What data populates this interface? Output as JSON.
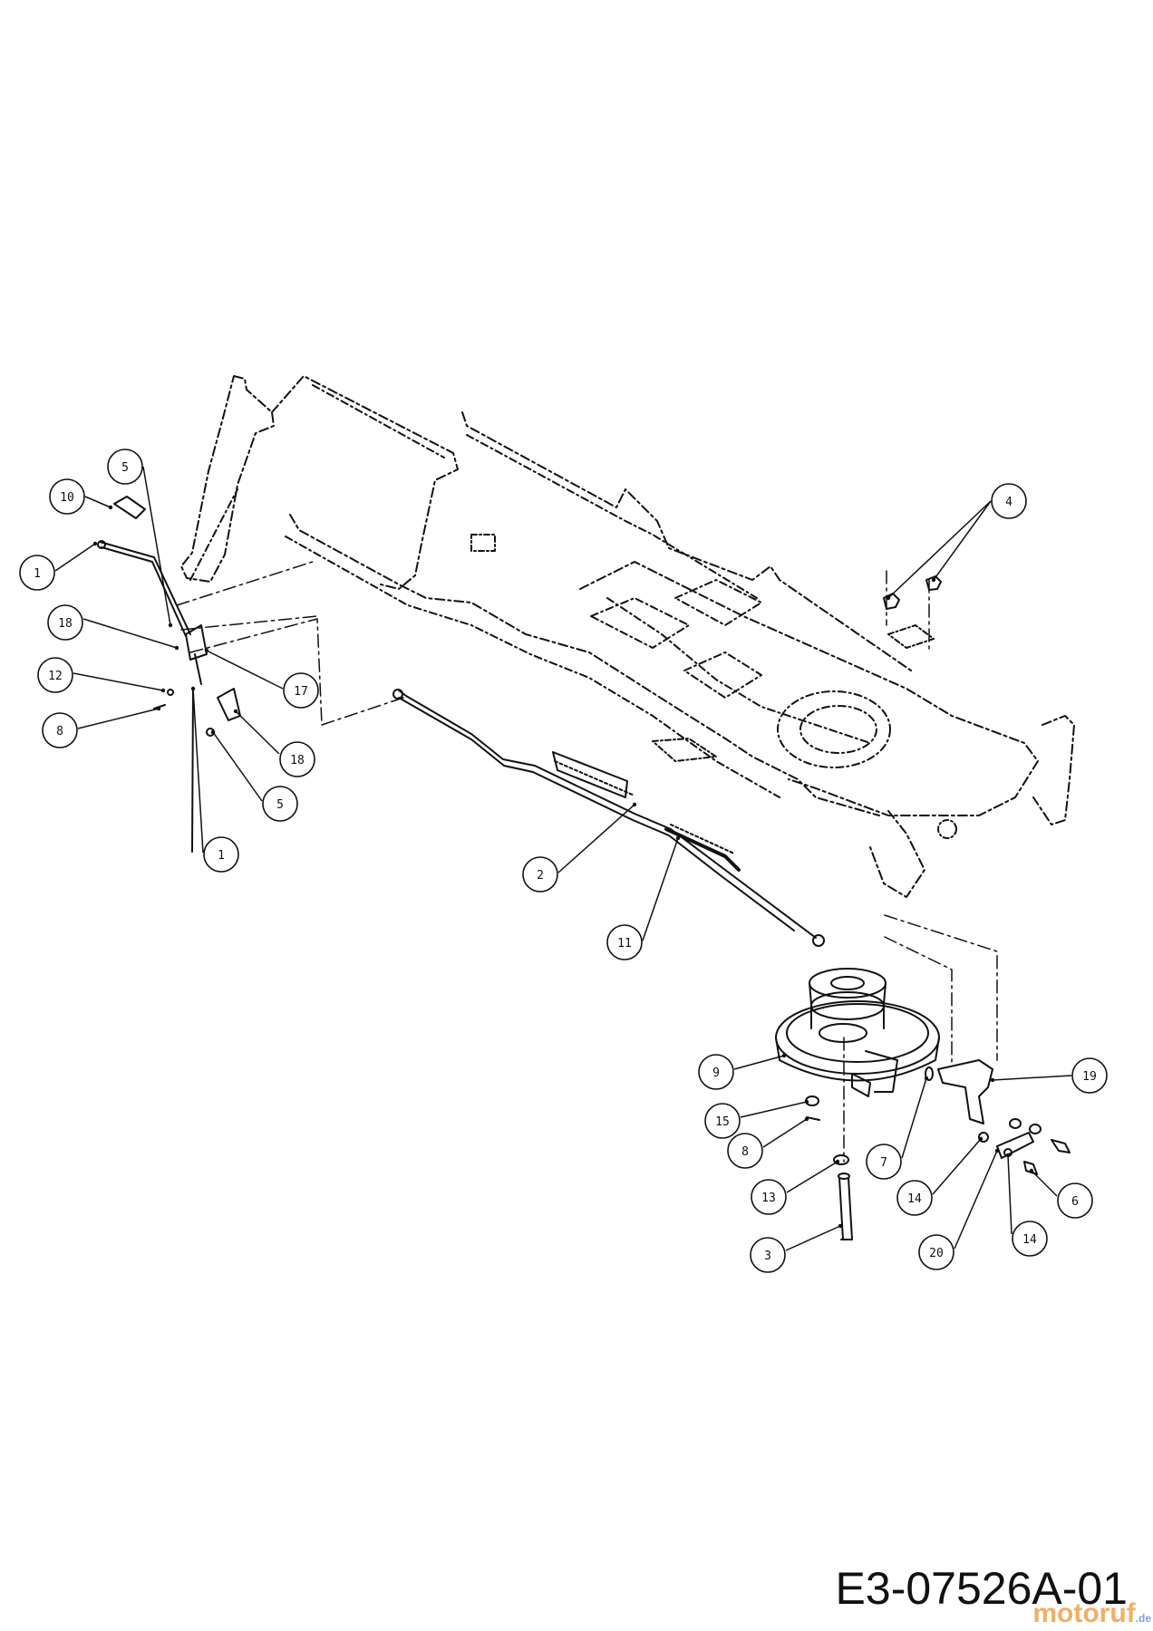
{
  "labels": [
    "5",
    "10",
    "1",
    "18",
    "12",
    "8",
    "17",
    "18",
    "5",
    "1",
    "4",
    "2",
    "11",
    "9",
    "15",
    "8",
    "13",
    "3",
    "7",
    "19",
    "14",
    "20",
    "14",
    "6"
  ],
  "drawing_code": "E3-07526A-01",
  "watermark": {
    "brand": "motoruf",
    "tld": ".de"
  }
}
